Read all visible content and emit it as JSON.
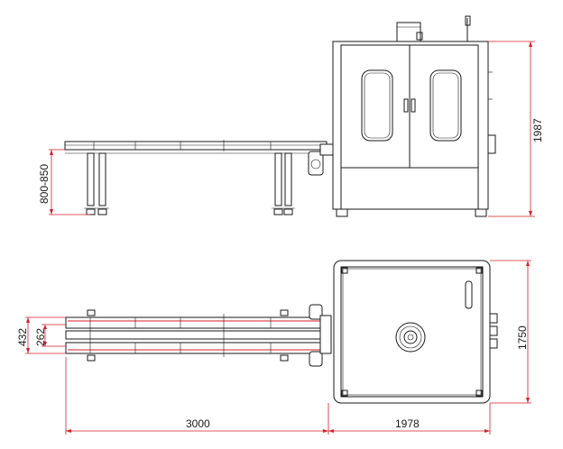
{
  "dimensions": {
    "height_table": "800-850",
    "height_machine": "1987",
    "length_conveyor": "3000",
    "width_machine": "1978",
    "depth_machine": "1750",
    "conveyor_outer": "432",
    "conveyor_inner": "262"
  },
  "colors": {
    "line": "#1a1a1a",
    "dimension": "#d61f2a",
    "background": "#ffffff"
  }
}
